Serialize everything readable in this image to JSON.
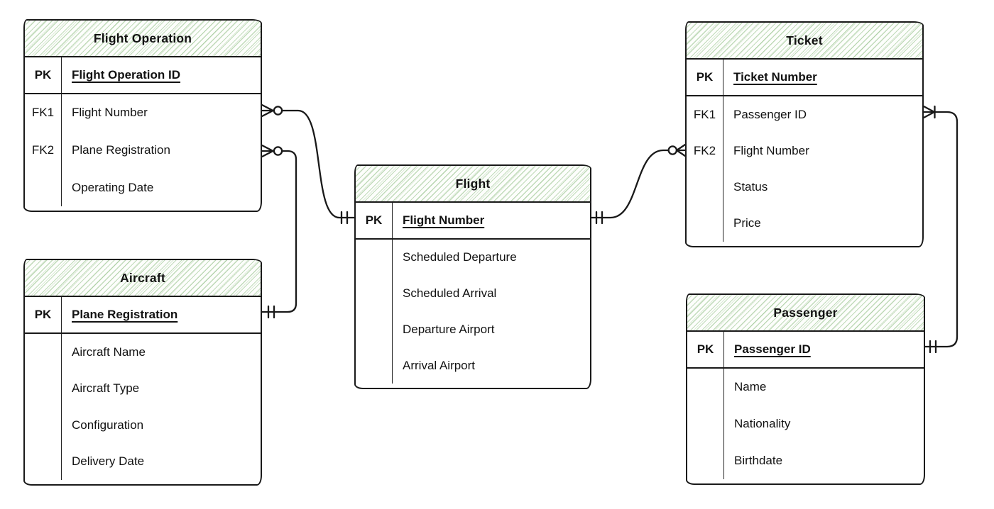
{
  "colors": {
    "stroke": "#191919",
    "header_hatch_green": "#90be84",
    "background": "#ffffff"
  },
  "entities": {
    "flight_operation": {
      "title": "Flight Operation",
      "pk_row": {
        "key": "PK",
        "name": "Flight Operation ID"
      },
      "attributes": [
        {
          "key": "FK1",
          "name": "Flight Number"
        },
        {
          "key": "FK2",
          "name": "Plane Registration"
        },
        {
          "key": "",
          "name": "Operating Date"
        }
      ]
    },
    "aircraft": {
      "title": "Aircraft",
      "pk_row": {
        "key": "PK",
        "name": "Plane Registration"
      },
      "attributes": [
        {
          "key": "",
          "name": "Aircraft Name"
        },
        {
          "key": "",
          "name": "Aircraft Type"
        },
        {
          "key": "",
          "name": "Configuration"
        },
        {
          "key": "",
          "name": "Delivery Date"
        }
      ]
    },
    "flight": {
      "title": "Flight",
      "pk_row": {
        "key": "PK",
        "name": "Flight Number"
      },
      "attributes": [
        {
          "key": "",
          "name": "Scheduled Departure"
        },
        {
          "key": "",
          "name": "Scheduled Arrival"
        },
        {
          "key": "",
          "name": "Departure Airport"
        },
        {
          "key": "",
          "name": "Arrival Airport"
        }
      ]
    },
    "ticket": {
      "title": "Ticket",
      "pk_row": {
        "key": "PK",
        "name": "Ticket Number"
      },
      "attributes": [
        {
          "key": "FK1",
          "name": "Passenger ID"
        },
        {
          "key": "FK2",
          "name": "Flight Number"
        },
        {
          "key": "",
          "name": "Status"
        },
        {
          "key": "",
          "name": "Price"
        }
      ]
    },
    "passenger": {
      "title": "Passenger",
      "pk_row": {
        "key": "PK",
        "name": "Passenger ID"
      },
      "attributes": [
        {
          "key": "",
          "name": "Name"
        },
        {
          "key": "",
          "name": "Nationality"
        },
        {
          "key": "",
          "name": "Birthdate"
        }
      ]
    }
  },
  "relationships": [
    {
      "name": "flight-operation__flight",
      "from_entity": "Flight Operation",
      "from_attribute": "Flight Number",
      "from_cardinality": "zero-or-many",
      "to_entity": "Flight",
      "to_attribute": "Flight Number",
      "to_cardinality": "one-and-only-one"
    },
    {
      "name": "flight-operation__aircraft",
      "from_entity": "Flight Operation",
      "from_attribute": "Plane Registration",
      "from_cardinality": "zero-or-many",
      "to_entity": "Aircraft",
      "to_attribute": "Plane Registration",
      "to_cardinality": "one-and-only-one"
    },
    {
      "name": "ticket__flight",
      "from_entity": "Ticket",
      "from_attribute": "Flight Number",
      "from_cardinality": "zero-or-many",
      "to_entity": "Flight",
      "to_attribute": "Flight Number",
      "to_cardinality": "one-and-only-one"
    },
    {
      "name": "ticket__passenger",
      "from_entity": "Ticket",
      "from_attribute": "Passenger ID",
      "from_cardinality": "one-or-many",
      "to_entity": "Passenger",
      "to_attribute": "Passenger ID",
      "to_cardinality": "one-and-only-one"
    }
  ]
}
